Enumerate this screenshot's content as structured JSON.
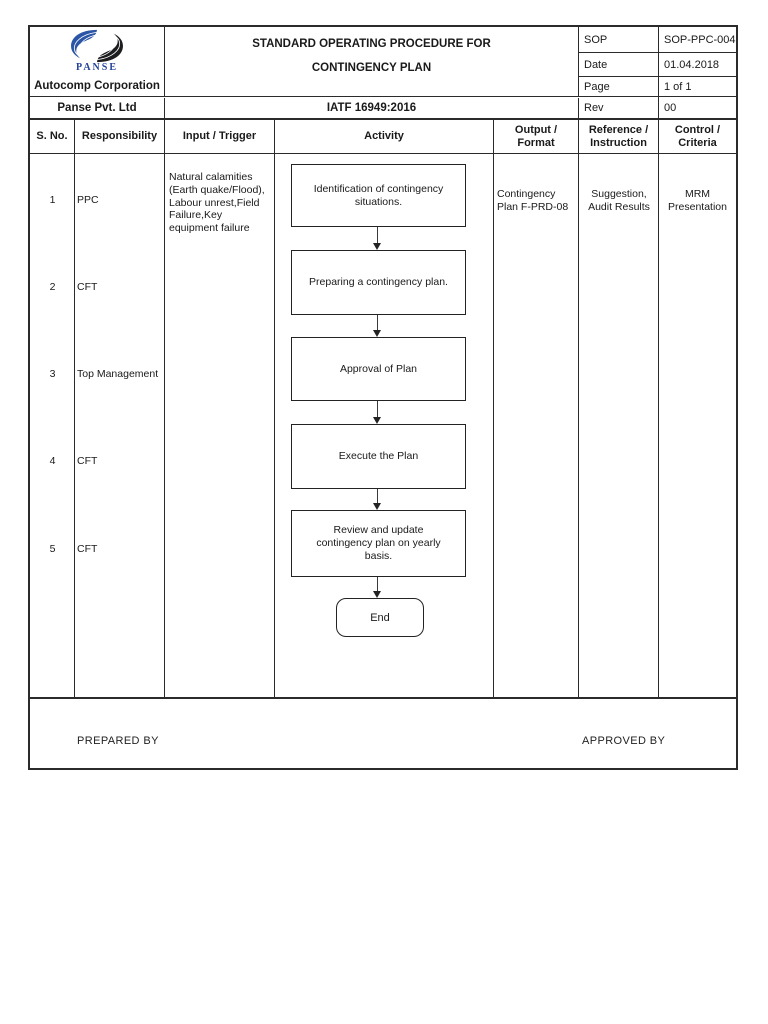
{
  "company": {
    "brand": "PANSE",
    "name": "Autocomp Corporation",
    "subname": "Panse Pvt. Ltd"
  },
  "header": {
    "title_line1": "STANDARD OPERATING PROCEDURE  FOR",
    "title_line2": "CONTINGENCY PLAN",
    "standard": "IATF 16949:2016",
    "meta": [
      {
        "label": "SOP",
        "value": "SOP-PPC-004"
      },
      {
        "label": "Date",
        "value": "01.04.2018"
      },
      {
        "label": "Page",
        "value": "1 of 1"
      },
      {
        "label": "Rev",
        "value": "00"
      }
    ]
  },
  "table": {
    "columns": [
      "S. No.",
      "Responsibility",
      "Input /  Trigger",
      "Activity",
      "Output / Format",
      "Reference / Instruction",
      "Control / Criteria"
    ],
    "rows": [
      {
        "sno": "1",
        "responsibility": "PPC",
        "input": "Natural calamities (Earth quake/Flood), Labour unrest,Field Failure,Key equipment failure",
        "output": "Contingency Plan F-PRD-08",
        "reference": "Suggestion, Audit Results",
        "control": "MRM Presentation"
      },
      {
        "sno": "2",
        "responsibility": "CFT"
      },
      {
        "sno": "3",
        "responsibility": "Top Management"
      },
      {
        "sno": "4",
        "responsibility": "CFT"
      },
      {
        "sno": "5",
        "responsibility": "CFT"
      }
    ]
  },
  "flowchart": {
    "steps": [
      "Identification of contingency situations.",
      "Preparing a contingency plan.",
      "Approval of Plan",
      "Execute the Plan",
      "Review and update contingency plan on  yearly basis."
    ],
    "terminator": "End"
  },
  "footer": {
    "prepared_by": "PREPARED BY",
    "approved_by": "APPROVED BY"
  },
  "colors": {
    "brand_blue": "#24449c",
    "swirl_dark": "#1d1d1f",
    "border_ink": "#2b2b2b"
  }
}
